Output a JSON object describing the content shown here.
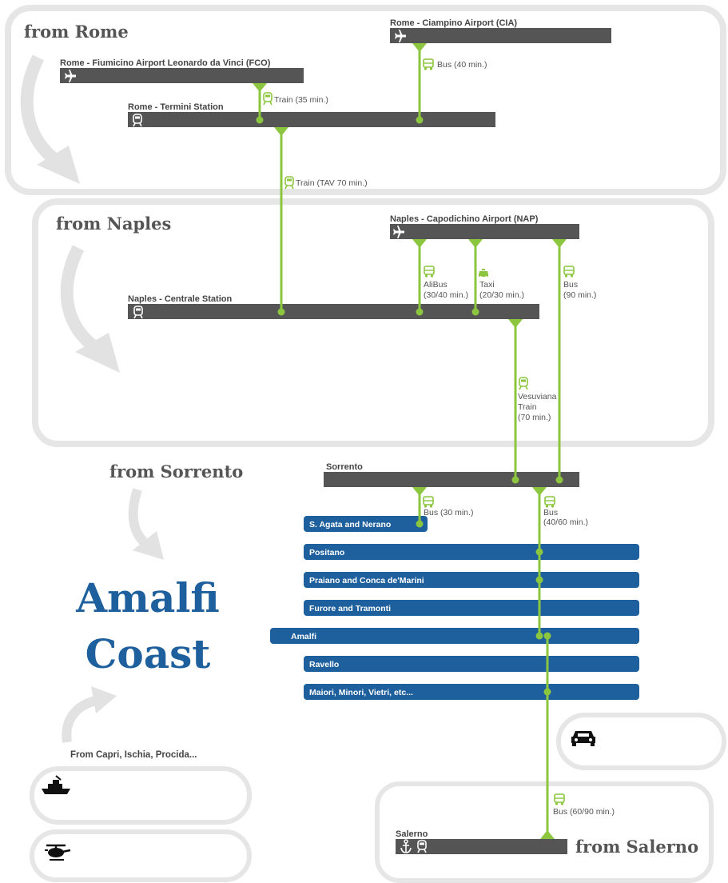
{
  "regions": {
    "rome": "from Rome",
    "naples": "from Naples",
    "sorrento": "from Sorrento",
    "salerno": "from Salerno"
  },
  "stations": {
    "fco": "Rome - Fiumicino Airport Leonardo da Vinci (FCO)",
    "cia": "Rome - Ciampino Airport (CIA)",
    "termini": "Rome - Termini Station",
    "nap": "Naples - Capodichino Airport (NAP)",
    "centrale": "Naples - Centrale Station",
    "sorrento": "Sorrento",
    "salerno": "Salerno"
  },
  "routes": {
    "bus_cia": "Bus (40 min.)",
    "train_fco": "Train (35 min.)",
    "train_tav": "Train (TAV 70 min.)",
    "alibus": [
      "AliBus",
      "(30/40 min.)"
    ],
    "taxi": [
      "Taxi",
      "(20/30 min.)"
    ],
    "bus_nap": [
      "Bus",
      "(90 min.)"
    ],
    "vesuviana": [
      "Vesuviana",
      "Train",
      "(70 min.)"
    ],
    "bus_sorrento_agata": "Bus (30 min.)",
    "bus_sorrento_coast": [
      "Bus",
      "(40/60 min.)"
    ],
    "bus_salerno": "Bus (60/90 min.)"
  },
  "destinations": [
    "S. Agata and Nerano",
    "Positano",
    "Praiano and Conca de'Marini",
    "Furore and Tramonti",
    "Amalfi",
    "Ravello",
    "Maiori, Minori, Vietri, etc..."
  ],
  "title": {
    "line1": "Amalfi",
    "line2": "Coast"
  },
  "islands_label": "From Capri, Ischia, Procida...",
  "icons": [
    "plane-icon",
    "train-icon",
    "bus-icon",
    "taxi-icon",
    "ship-icon",
    "helicopter-icon",
    "car-icon",
    "anchor-icon"
  ],
  "colors": {
    "route_green": "#8cc63f",
    "station_bar": "#555555",
    "destination_blue": "#1e5f9d",
    "panel_border": "#e6e6e6",
    "arrow_grey": "#e2e2e2"
  }
}
